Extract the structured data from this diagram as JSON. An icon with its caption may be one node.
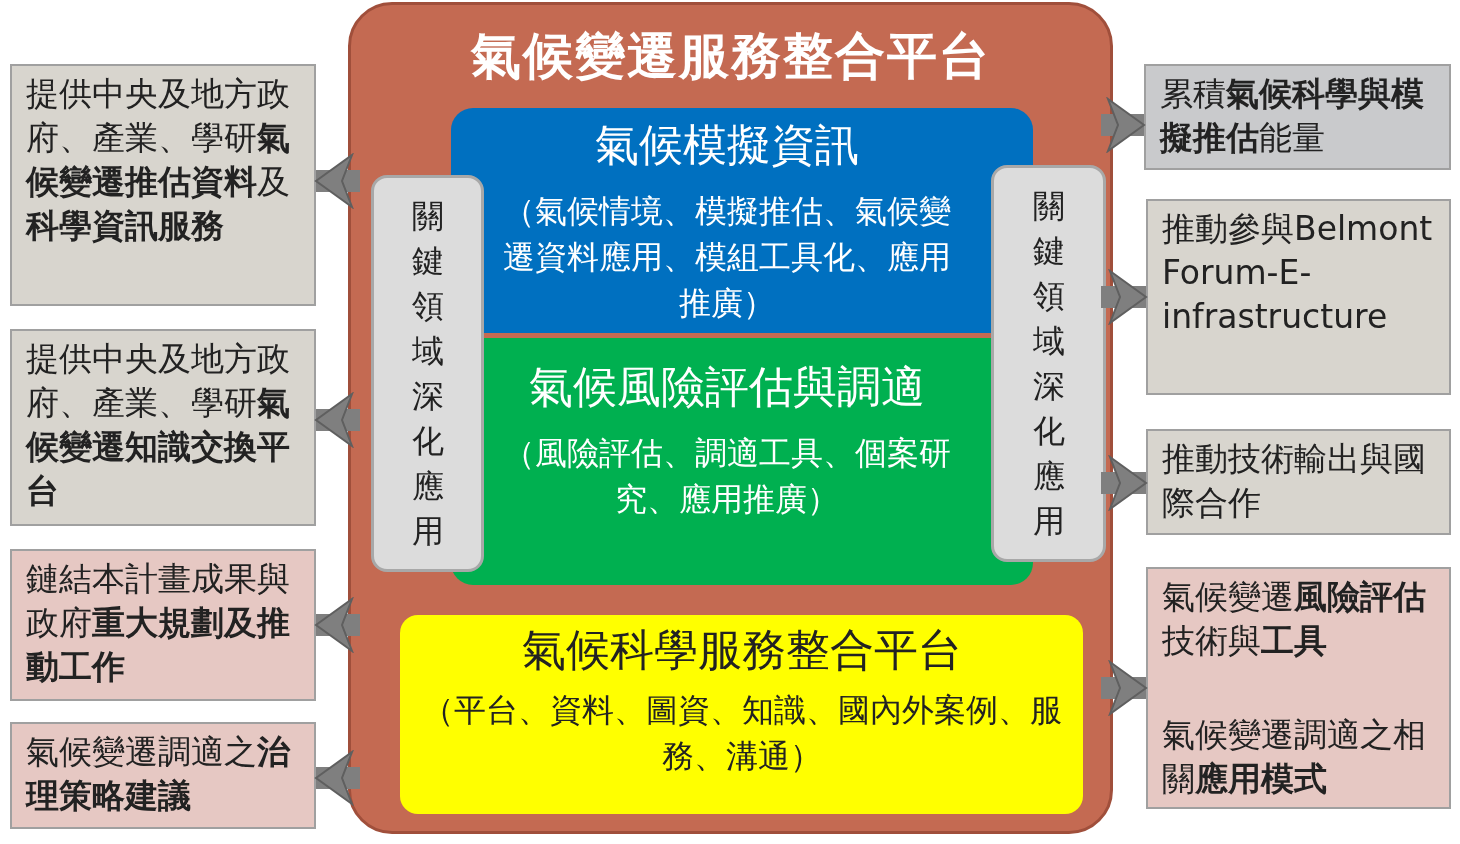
{
  "diagram": {
    "nodes": [
      {
        "text": [
          "氣候變遷服務整合平台"
        ]
      },
      {
        "text": [
          "氣候模擬資訊",
          "（氣候情境、模擬推估、氣候變遷資料應用、模組工具化、應用推廣）"
        ],
        "in": 0
      },
      {
        "text": [
          "氣候風險評估與調適",
          "（風險評估、調適工具、個案研究、應用推廣）"
        ],
        "in": 0
      },
      {
        "text": [
          "氣候科學服務整合平台",
          "（平台、資料、圖資、知識、國內外案例、服務、溝通）"
        ],
        "in": 0
      },
      {
        "text": [
          "關鍵領域深化應用"
        ],
        "in": 0
      },
      {
        "text": [
          "關鍵領域深化應用"
        ],
        "in": 0
      },
      {
        "text": [
          "提供中央及地方政府、產業、學研**氣候變遷推估資料**及**科學資訊服務**"
        ]
      },
      {
        "text": [
          "提供中央及地方政府、產業、學研**氣候變遷知識交換平台**"
        ]
      },
      {
        "text": [
          "鏈結本計畫成果與政府**重大規劃及推動工作**"
        ]
      },
      {
        "text": [
          "氣候變遷調適之**治理策略建議**"
        ]
      },
      {
        "text": [
          "累積**氣候科學與模擬推估**能量"
        ]
      },
      {
        "text": [
          "推動參與Belmont Forum-E-infrastructure"
        ]
      },
      {
        "text": [
          "推動技術輸出與國際合作"
        ]
      },
      {
        "text": [
          "氣候變遷**風險評估**技術與**工具**",
          "氣候變遷調適之相關**應用模式**"
        ]
      }
    ],
    "edges": [
      {
        "from": 0,
        "to": 6,
        "arrow": "to"
      },
      {
        "from": 0,
        "to": 7,
        "arrow": "to"
      },
      {
        "from": 0,
        "to": 8,
        "arrow": "to"
      },
      {
        "from": 0,
        "to": 9,
        "arrow": "to"
      },
      {
        "from": 0,
        "to": 10,
        "arrow": "to"
      },
      {
        "from": 0,
        "to": 11,
        "arrow": "to"
      },
      {
        "from": 0,
        "to": 12,
        "arrow": "to"
      },
      {
        "from": 0,
        "to": 13,
        "arrow": "to"
      }
    ]
  }
}
